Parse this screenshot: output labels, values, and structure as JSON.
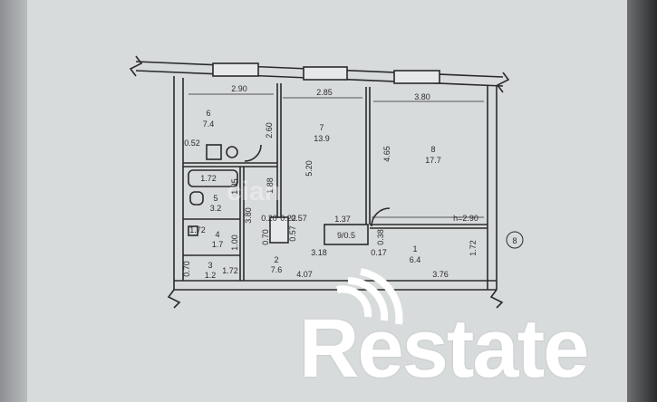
{
  "watermark": "cian",
  "logo": {
    "text": "Restate"
  },
  "axis_marker": "8",
  "rooms": [
    {
      "id": "r6",
      "number": "6",
      "area": "7.4"
    },
    {
      "id": "r7",
      "number": "7",
      "area": "13.9"
    },
    {
      "id": "r8",
      "number": "8",
      "area": "17.7"
    },
    {
      "id": "r5",
      "number": "5",
      "area": "3.2"
    },
    {
      "id": "r4",
      "number": "4",
      "area": "1.7"
    },
    {
      "id": "r3",
      "number": "3",
      "area": "1.2"
    },
    {
      "id": "r2",
      "number": "2",
      "area": "7.6"
    },
    {
      "id": "r1",
      "number": "1",
      "area": "6.4"
    },
    {
      "id": "r9",
      "label": "9/0.5"
    }
  ],
  "dimensions": {
    "d290": "2.90",
    "d285": "2.85",
    "d380": "3.80",
    "d260": "2.60",
    "d520": "5.20",
    "d465": "4.65",
    "d052": "0.52",
    "d172a": "1.72",
    "d185": "1.85",
    "d188": "1.88",
    "d380b": "3.80",
    "d020": "0.20",
    "d022": "0.22",
    "d137": "1.37",
    "dh290": "h=2.90",
    "d172b": "1.72",
    "d100": "1.00",
    "d070": "0.70",
    "d057": "0.57",
    "d318": "3.18",
    "d038": "0.38",
    "d017": "0.17",
    "d172c": "1.72",
    "d070b": "0.70",
    "d172d": "1.72",
    "d407": "4.07",
    "d376": "3.76",
    "d057b": "0.57"
  }
}
